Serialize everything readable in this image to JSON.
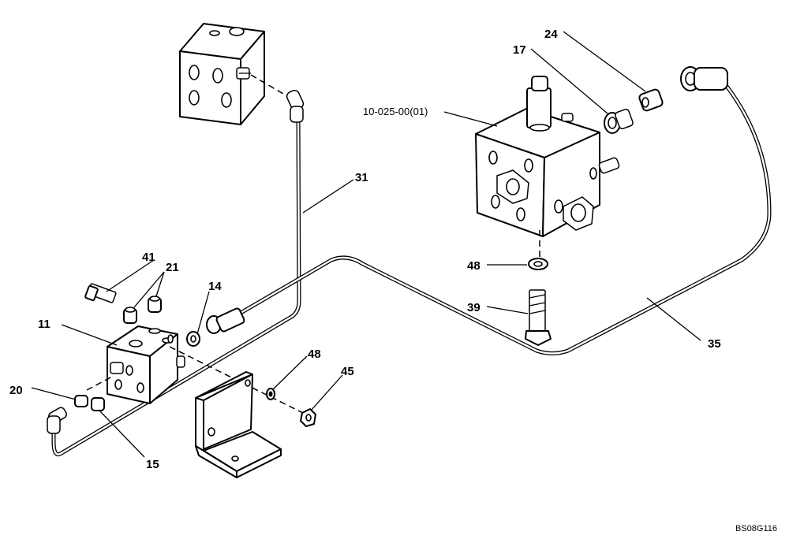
{
  "diagram": {
    "callouts": [
      "11",
      "14",
      "15",
      "17",
      "20",
      "21",
      "24",
      "31",
      "35",
      "39",
      "41",
      "45",
      "48",
      "48"
    ],
    "assembly_reference": "10-025-00(01)",
    "drawing_code": "BS08G116"
  }
}
